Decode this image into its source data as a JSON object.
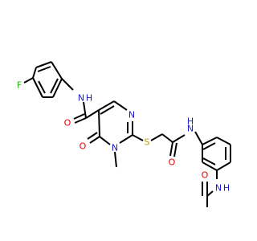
{
  "colors": {
    "background": "#ffffff",
    "carbon": "#000000",
    "nitrogen": "#1a1acc",
    "oxygen": "#e60000",
    "sulfur": "#b3a100",
    "fluorine": "#26b010"
  },
  "labels": {
    "fluorine": "F",
    "amide1_nh": "N",
    "amide1_h": "H",
    "amide1_o": "O",
    "ring_n_top": "N",
    "ring_n_methyl": "N",
    "ring_oxo": "O",
    "thioether_s": "S",
    "amide2_o": "O",
    "amide2_nh": "N",
    "amide2_h": "H",
    "acetamide_nh": "N",
    "acetamide_h": "H",
    "acetamide_o": "O"
  }
}
